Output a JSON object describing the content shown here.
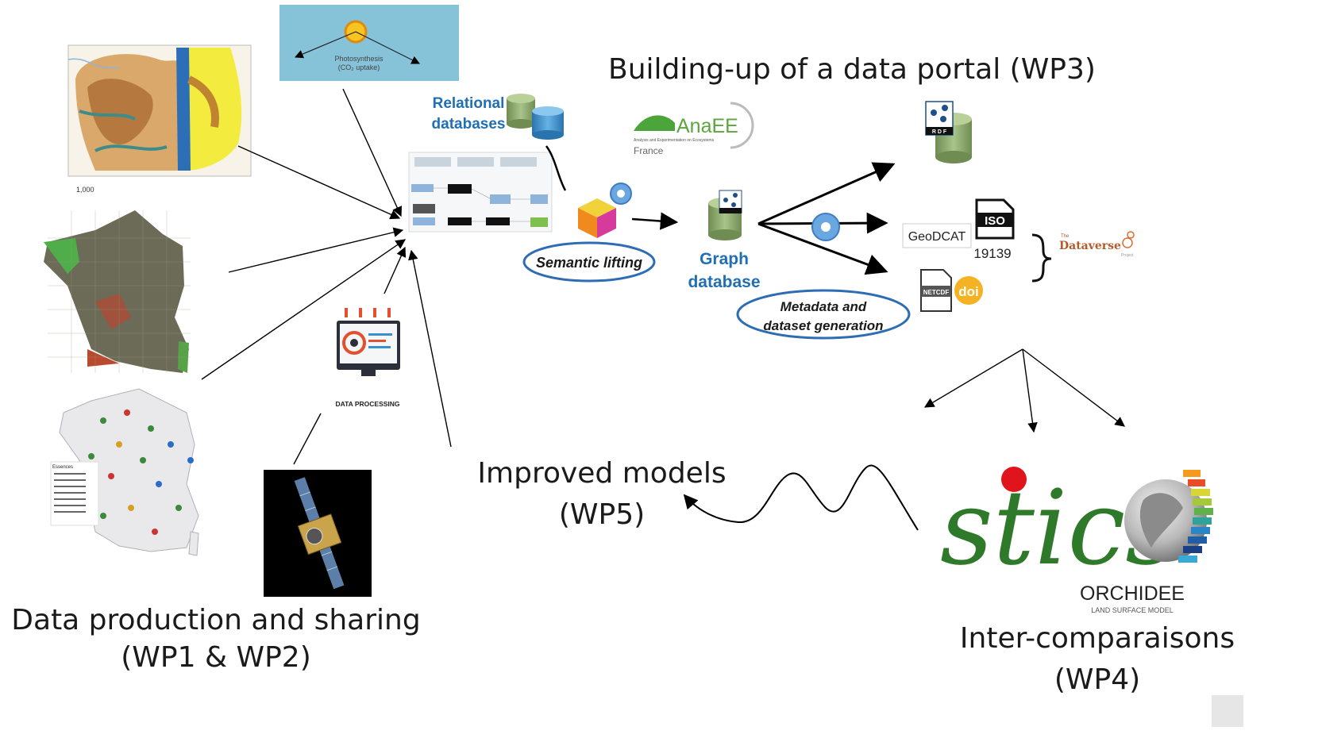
{
  "labels": {
    "portal_title": "Building-up of a data portal (WP3)",
    "production_line1": "Data production and sharing",
    "production_line2": "(WP1 & WP2)",
    "improved_line1": "Improved models",
    "improved_line2": "(WP5)",
    "intercomp_line1": "Inter-comparaisons",
    "intercomp_line2": "(WP4)",
    "relational_line1": "Relational",
    "relational_line2": "databases",
    "semantic_lifting": "Semantic lifting",
    "graph_line1": "Graph",
    "graph_line2": "database",
    "metadata_line1": "Metadata and",
    "metadata_line2": "dataset generation",
    "photosynthesis_line1": "Photosynthesis",
    "photosynthesis_line2": "(CO₂ uptake)",
    "data_processing": "DATA PROCESSING",
    "anaee_name": "AnaEE",
    "anaee_sub": "Analysis and Experimentation on Ecosystems",
    "anaee_country": "France",
    "rdf_badge": "R D F",
    "geodcat": "GeoDCAT",
    "iso_badge": "ISO",
    "iso_number": "19139",
    "netcdf": "NETCDF",
    "doi": "doi",
    "dataverse_small": "The",
    "dataverse": "Dataverse",
    "dataverse_project": "Project",
    "orchidee": "ORCHIDEE",
    "orchidee_sub": "LAND SURFACE MODEL",
    "stics": "stics",
    "scale": "1,000",
    "map_legend_title": "Essences"
  },
  "colors": {
    "accent_blue": "#1f6fb2",
    "oval_border": "#2e6db4",
    "db_green": "#8aa66a",
    "db_blue": "#3d8fc9",
    "gear_blue": "#6aa7e0",
    "stics_green": "#2f7a2a",
    "stics_dot": "#e0141b"
  }
}
